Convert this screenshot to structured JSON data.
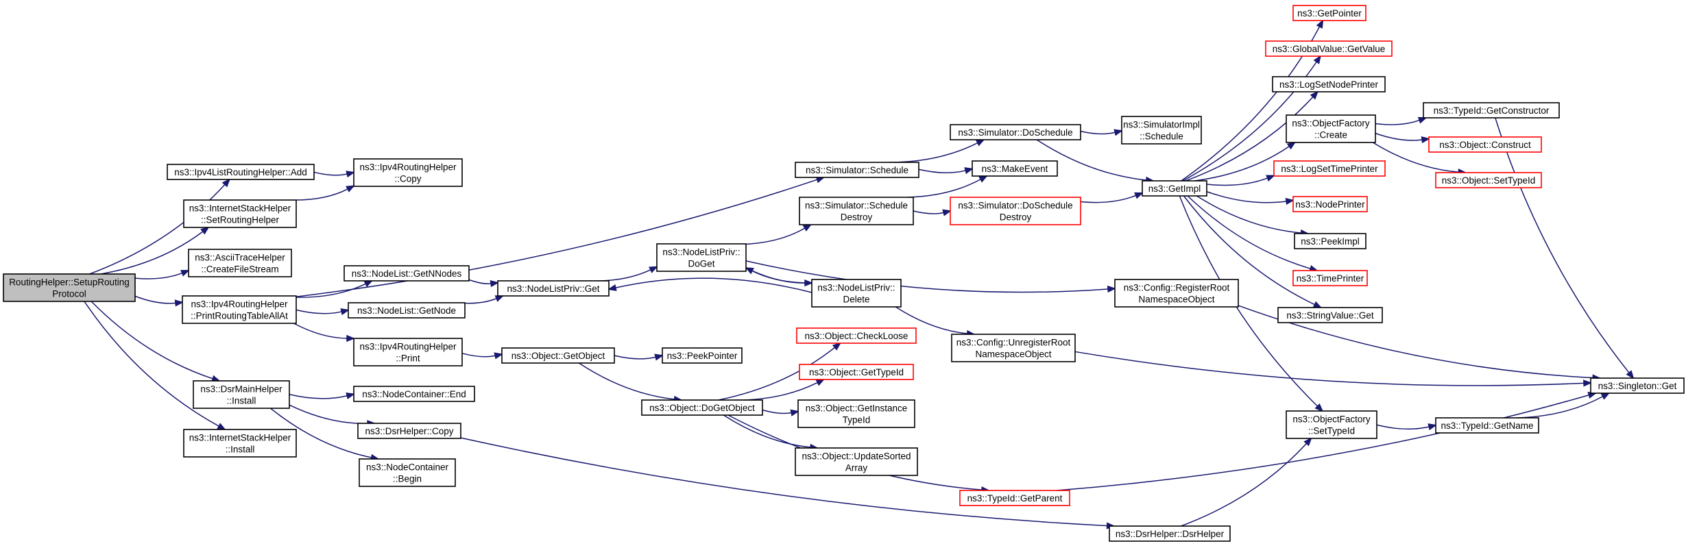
{
  "colors": {
    "edge": "#191970",
    "node_border": "#000000",
    "node_border_truncated": "#ff0000",
    "root_fill": "#bfbfbf",
    "node_fill": "#ffffff"
  },
  "nodes": [
    {
      "id": "root",
      "lines": [
        "RoutingHelper::SetupRouting",
        "Protocol"
      ],
      "style": "root"
    },
    {
      "id": "ipv4list_add",
      "lines": [
        "ns3::Ipv4ListRoutingHelper::Add"
      ],
      "style": "normal"
    },
    {
      "id": "ish_setrouting",
      "lines": [
        "ns3::InternetStackHelper",
        "::SetRoutingHelper"
      ],
      "style": "normal"
    },
    {
      "id": "ascii_create",
      "lines": [
        "ns3::AsciiTraceHelper",
        "::CreateFileStream"
      ],
      "style": "normal"
    },
    {
      "id": "ipv4rh_printall",
      "lines": [
        "ns3::Ipv4RoutingHelper",
        "::PrintRoutingTableAllAt"
      ],
      "style": "normal"
    },
    {
      "id": "dsrmain_install",
      "lines": [
        "ns3::DsrMainHelper",
        "::Install"
      ],
      "style": "normal"
    },
    {
      "id": "ish_install",
      "lines": [
        "ns3::InternetStackHelper",
        "::Install"
      ],
      "style": "normal"
    },
    {
      "id": "ipv4rh_copy",
      "lines": [
        "ns3::Ipv4RoutingHelper",
        "::Copy"
      ],
      "style": "normal"
    },
    {
      "id": "nodelist_getnn",
      "lines": [
        "ns3::NodeList::GetNNodes"
      ],
      "style": "normal"
    },
    {
      "id": "nodelist_getnode",
      "lines": [
        "ns3::NodeList::GetNode"
      ],
      "style": "normal"
    },
    {
      "id": "ipv4rh_print",
      "lines": [
        "ns3::Ipv4RoutingHelper",
        "::Print"
      ],
      "style": "normal"
    },
    {
      "id": "nc_end",
      "lines": [
        "ns3::NodeContainer::End"
      ],
      "style": "normal"
    },
    {
      "id": "dsrhelper_copy",
      "lines": [
        "ns3::DsrHelper::Copy"
      ],
      "style": "normal"
    },
    {
      "id": "nc_begin",
      "lines": [
        "ns3::NodeContainer",
        "::Begin"
      ],
      "style": "normal"
    },
    {
      "id": "nlp_get",
      "lines": [
        "ns3::NodeListPriv::Get"
      ],
      "style": "normal"
    },
    {
      "id": "obj_getobject",
      "lines": [
        "ns3::Object::GetObject"
      ],
      "style": "normal"
    },
    {
      "id": "nlp_doget",
      "lines": [
        "ns3::NodeListPriv::",
        "DoGet"
      ],
      "style": "normal"
    },
    {
      "id": "peekpointer",
      "lines": [
        "ns3::PeekPointer"
      ],
      "style": "normal"
    },
    {
      "id": "obj_dogetobject",
      "lines": [
        "ns3::Object::DoGetObject"
      ],
      "style": "normal"
    },
    {
      "id": "sim_schedule",
      "lines": [
        "ns3::Simulator::Schedule"
      ],
      "style": "normal"
    },
    {
      "id": "sim_scheddestroy",
      "lines": [
        "ns3::Simulator::Schedule",
        "Destroy"
      ],
      "style": "normal"
    },
    {
      "id": "nlp_delete",
      "lines": [
        "ns3::NodeListPriv::",
        "Delete"
      ],
      "style": "normal"
    },
    {
      "id": "obj_checkloose",
      "lines": [
        "ns3::Object::CheckLoose"
      ],
      "style": "truncated"
    },
    {
      "id": "obj_gettypeid",
      "lines": [
        "ns3::Object::GetTypeId"
      ],
      "style": "truncated"
    },
    {
      "id": "obj_getinstancetypeid",
      "lines": [
        "ns3::Object::GetInstance",
        "TypeId"
      ],
      "style": "normal"
    },
    {
      "id": "obj_updatesorted",
      "lines": [
        "ns3::Object::UpdateSorted",
        "Array"
      ],
      "style": "normal"
    },
    {
      "id": "typeid_getparent",
      "lines": [
        "ns3::TypeId::GetParent"
      ],
      "style": "truncated"
    },
    {
      "id": "sim_doschedule",
      "lines": [
        "ns3::Simulator::DoSchedule"
      ],
      "style": "normal"
    },
    {
      "id": "makeevent",
      "lines": [
        "ns3::MakeEvent"
      ],
      "style": "normal"
    },
    {
      "id": "sim_doscheddestroy",
      "lines": [
        "ns3::Simulator::DoSchedule",
        "Destroy"
      ],
      "style": "truncated"
    },
    {
      "id": "config_unregister",
      "lines": [
        "ns3::Config::UnregisterRoot",
        "NamespaceObject"
      ],
      "style": "normal"
    },
    {
      "id": "simimpl_schedule",
      "lines": [
        "ns3::SimulatorImpl",
        "::Schedule"
      ],
      "style": "normal"
    },
    {
      "id": "config_register",
      "lines": [
        "ns3::Config::RegisterRoot",
        "NamespaceObject"
      ],
      "style": "normal"
    },
    {
      "id": "dsrhelper_dsrhelper",
      "lines": [
        "ns3::DsrHelper::DsrHelper"
      ],
      "style": "normal"
    },
    {
      "id": "getimpl",
      "lines": [
        "ns3::GetImpl"
      ],
      "style": "normal"
    },
    {
      "id": "getpointer",
      "lines": [
        "ns3::GetPointer"
      ],
      "style": "truncated"
    },
    {
      "id": "globalvalue_getvalue",
      "lines": [
        "ns3::GlobalValue::GetValue"
      ],
      "style": "truncated"
    },
    {
      "id": "logsetnodeprinter",
      "lines": [
        "ns3::LogSetNodePrinter"
      ],
      "style": "normal"
    },
    {
      "id": "objfactory_create",
      "lines": [
        "ns3::ObjectFactory",
        "::Create"
      ],
      "style": "normal"
    },
    {
      "id": "logsettimeprinter",
      "lines": [
        "ns3::LogSetTimePrinter"
      ],
      "style": "truncated"
    },
    {
      "id": "nodeprinter",
      "lines": [
        "ns3::NodePrinter"
      ],
      "style": "truncated"
    },
    {
      "id": "peekimpl",
      "lines": [
        "ns3::PeekImpl"
      ],
      "style": "normal"
    },
    {
      "id": "timeprinter",
      "lines": [
        "ns3::TimePrinter"
      ],
      "style": "truncated"
    },
    {
      "id": "stringvalue_get",
      "lines": [
        "ns3::StringValue::Get"
      ],
      "style": "normal"
    },
    {
      "id": "objfactory_settypeid",
      "lines": [
        "ns3::ObjectFactory",
        "::SetTypeId"
      ],
      "style": "normal"
    },
    {
      "id": "typeid_getconstructor",
      "lines": [
        "ns3::TypeId::GetConstructor"
      ],
      "style": "normal"
    },
    {
      "id": "obj_construct",
      "lines": [
        "ns3::Object::Construct"
      ],
      "style": "truncated"
    },
    {
      "id": "obj_settypeid",
      "lines": [
        "ns3::Object::SetTypeId"
      ],
      "style": "truncated"
    },
    {
      "id": "typeid_getname",
      "lines": [
        "ns3::TypeId::GetName"
      ],
      "style": "normal"
    },
    {
      "id": "singleton_get",
      "lines": [
        "ns3::Singleton::Get"
      ],
      "style": "normal"
    }
  ],
  "edges": [
    {
      "from": "root",
      "to": "ipv4list_add"
    },
    {
      "from": "root",
      "to": "ish_setrouting"
    },
    {
      "from": "root",
      "to": "ascii_create"
    },
    {
      "from": "root",
      "to": "ipv4rh_printall"
    },
    {
      "from": "root",
      "to": "dsrmain_install"
    },
    {
      "from": "root",
      "to": "ish_install"
    },
    {
      "from": "ipv4list_add",
      "to": "ipv4rh_copy"
    },
    {
      "from": "ish_setrouting",
      "to": "ipv4rh_copy"
    },
    {
      "from": "ipv4rh_printall",
      "to": "sim_schedule"
    },
    {
      "from": "ipv4rh_printall",
      "to": "nodelist_getnn"
    },
    {
      "from": "ipv4rh_printall",
      "to": "nodelist_getnode"
    },
    {
      "from": "ipv4rh_printall",
      "to": "ipv4rh_print"
    },
    {
      "from": "nodelist_getnn",
      "to": "nlp_get"
    },
    {
      "from": "nodelist_getnode",
      "to": "nlp_get"
    },
    {
      "from": "ipv4rh_print",
      "to": "obj_getobject"
    },
    {
      "from": "dsrmain_install",
      "to": "nc_end"
    },
    {
      "from": "dsrmain_install",
      "to": "dsrhelper_copy"
    },
    {
      "from": "dsrmain_install",
      "to": "nc_begin"
    },
    {
      "from": "dsrhelper_copy",
      "to": "dsrhelper_dsrhelper"
    },
    {
      "from": "nlp_get",
      "to": "nlp_doget"
    },
    {
      "from": "nlp_delete",
      "to": "nlp_get"
    },
    {
      "from": "nlp_doget",
      "to": "sim_scheddestroy"
    },
    {
      "from": "nlp_doget",
      "to": "nlp_delete"
    },
    {
      "from": "nlp_delete",
      "to": "nlp_doget"
    },
    {
      "from": "nlp_doget",
      "to": "config_register"
    },
    {
      "from": "nlp_delete",
      "to": "config_unregister"
    },
    {
      "from": "obj_getobject",
      "to": "peekpointer"
    },
    {
      "from": "obj_getobject",
      "to": "obj_dogetobject"
    },
    {
      "from": "obj_dogetobject",
      "to": "obj_checkloose"
    },
    {
      "from": "obj_dogetobject",
      "to": "obj_gettypeid"
    },
    {
      "from": "obj_dogetobject",
      "to": "obj_getinstancetypeid"
    },
    {
      "from": "obj_dogetobject",
      "to": "obj_updatesorted"
    },
    {
      "from": "obj_dogetobject",
      "to": "typeid_getparent"
    },
    {
      "from": "sim_schedule",
      "to": "sim_doschedule"
    },
    {
      "from": "sim_schedule",
      "to": "makeevent"
    },
    {
      "from": "sim_scheddestroy",
      "to": "makeevent"
    },
    {
      "from": "sim_scheddestroy",
      "to": "sim_doscheddestroy"
    },
    {
      "from": "sim_doschedule",
      "to": "simimpl_schedule"
    },
    {
      "from": "sim_doschedule",
      "to": "getimpl"
    },
    {
      "from": "sim_doscheddestroy",
      "to": "getimpl"
    },
    {
      "from": "getimpl",
      "to": "getpointer"
    },
    {
      "from": "getimpl",
      "to": "globalvalue_getvalue"
    },
    {
      "from": "getimpl",
      "to": "logsetnodeprinter"
    },
    {
      "from": "getimpl",
      "to": "objfactory_create"
    },
    {
      "from": "getimpl",
      "to": "logsettimeprinter"
    },
    {
      "from": "getimpl",
      "to": "nodeprinter"
    },
    {
      "from": "getimpl",
      "to": "peekimpl"
    },
    {
      "from": "getimpl",
      "to": "timeprinter"
    },
    {
      "from": "getimpl",
      "to": "stringvalue_get"
    },
    {
      "from": "getimpl",
      "to": "objfactory_settypeid"
    },
    {
      "from": "objfactory_create",
      "to": "typeid_getconstructor"
    },
    {
      "from": "objfactory_create",
      "to": "obj_construct"
    },
    {
      "from": "objfactory_create",
      "to": "obj_settypeid"
    },
    {
      "from": "typeid_getconstructor",
      "to": "singleton_get"
    },
    {
      "from": "objfactory_settypeid",
      "to": "typeid_getname"
    },
    {
      "from": "typeid_getname",
      "to": "singleton_get"
    },
    {
      "from": "config_register",
      "to": "singleton_get"
    },
    {
      "from": "config_unregister",
      "to": "singleton_get"
    },
    {
      "from": "typeid_getparent",
      "to": "singleton_get"
    },
    {
      "from": "dsrhelper_dsrhelper",
      "to": "objfactory_settypeid"
    }
  ]
}
